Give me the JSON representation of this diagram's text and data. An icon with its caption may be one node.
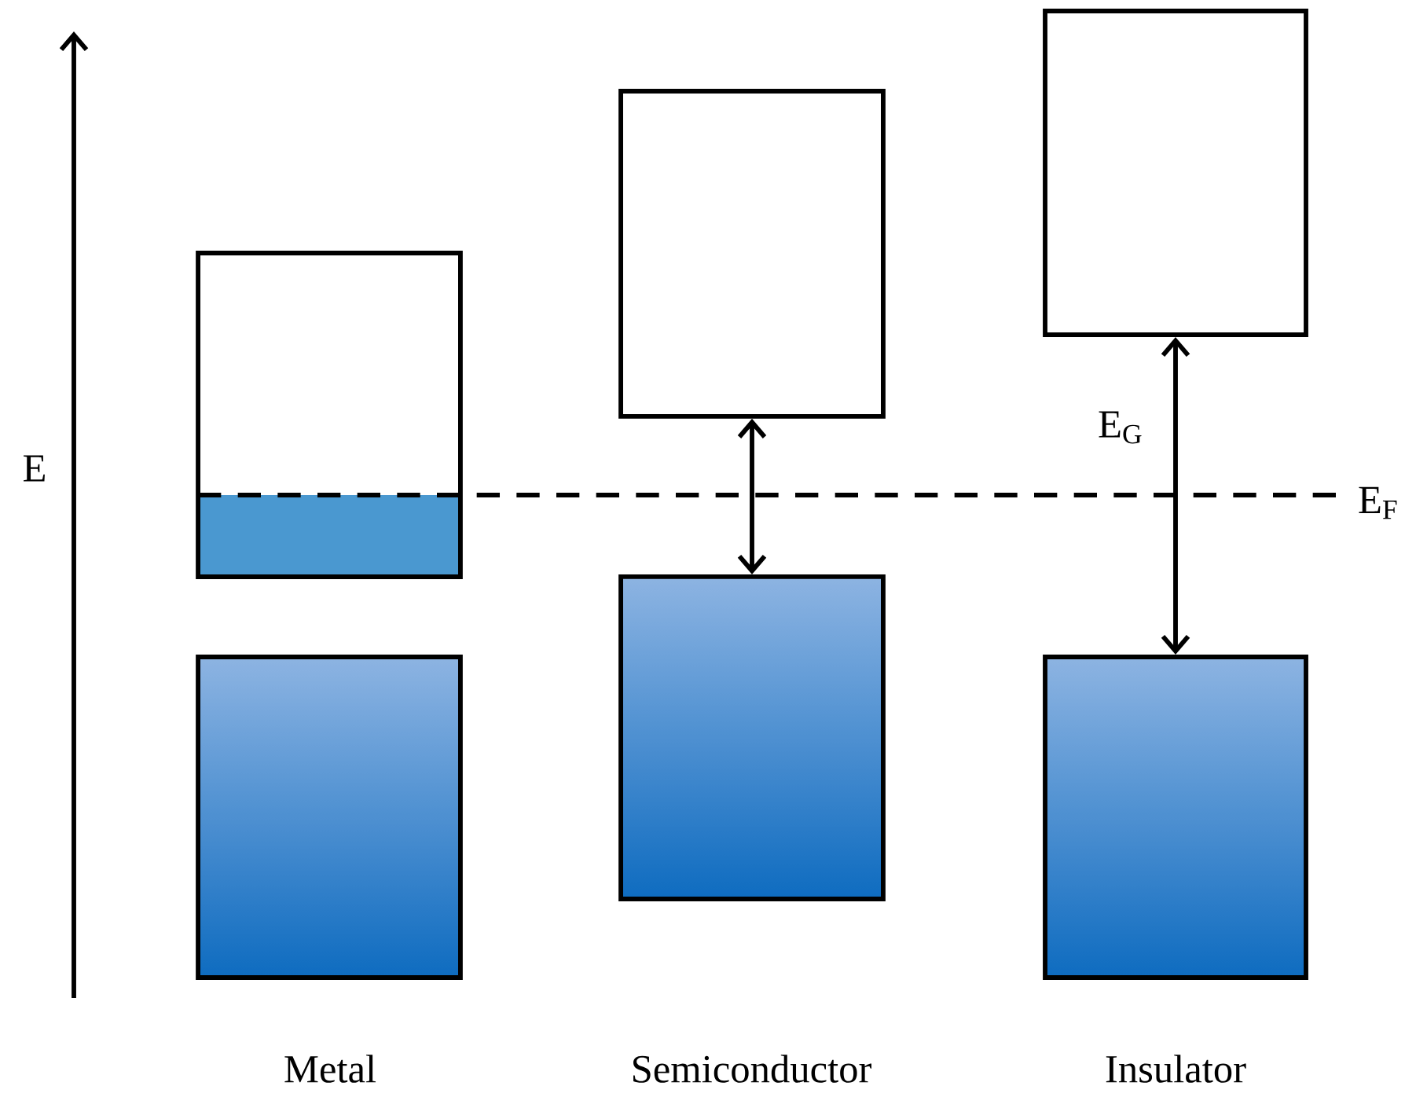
{
  "diagram": {
    "nodes": [
      {
        "text": [],
        "shape": "box"
      },
      {
        "text": [],
        "shape": "box"
      },
      {
        "text": [],
        "shape": "box"
      },
      {
        "text": [],
        "shape": "box"
      },
      {
        "text": [],
        "shape": "box"
      },
      {
        "text": [],
        "shape": "box"
      }
    ],
    "edges": [
      {
        "from": 3,
        "to": 2,
        "arrow": "both"
      },
      {
        "from": 5,
        "to": 4,
        "arrow": "both",
        "label": "E$_{G}$"
      }
    ],
    "labels": [
      "E",
      "E$_{F}$",
      "Metal",
      "Semiconductor",
      "Insulator"
    ]
  }
}
